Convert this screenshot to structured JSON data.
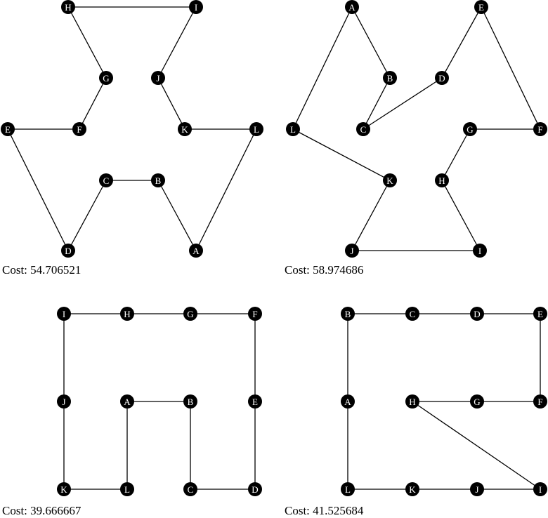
{
  "colors": {
    "edge": "#000000",
    "node": "#000000",
    "node_text": "#ffffff",
    "background": "#ffffff"
  },
  "panels": [
    {
      "cost_label": "Cost: 54.706521",
      "nodes": [
        "H",
        "I",
        "G",
        "J",
        "E",
        "F",
        "K",
        "L",
        "C",
        "B",
        "D",
        "A"
      ],
      "edges": [
        [
          "H",
          "I"
        ],
        [
          "H",
          "G"
        ],
        [
          "G",
          "F"
        ],
        [
          "F",
          "E"
        ],
        [
          "E",
          "D"
        ],
        [
          "D",
          "C"
        ],
        [
          "C",
          "B"
        ],
        [
          "B",
          "A"
        ],
        [
          "A",
          "L"
        ],
        [
          "L",
          "K"
        ],
        [
          "K",
          "J"
        ],
        [
          "J",
          "I"
        ]
      ]
    },
    {
      "cost_label": "Cost: 58.974686",
      "nodes": [
        "A",
        "E",
        "B",
        "D",
        "L",
        "C",
        "G",
        "F",
        "K",
        "H",
        "J",
        "I"
      ],
      "edges": [
        [
          "A",
          "B"
        ],
        [
          "B",
          "C"
        ],
        [
          "C",
          "D"
        ],
        [
          "D",
          "E"
        ],
        [
          "E",
          "F"
        ],
        [
          "F",
          "G"
        ],
        [
          "G",
          "H"
        ],
        [
          "H",
          "I"
        ],
        [
          "I",
          "J"
        ],
        [
          "J",
          "K"
        ],
        [
          "K",
          "L"
        ],
        [
          "L",
          "A"
        ]
      ]
    },
    {
      "cost_label": "Cost: 39.666667",
      "nodes": [
        "I",
        "H",
        "G",
        "F",
        "J",
        "A",
        "B",
        "E",
        "K",
        "L",
        "C",
        "D"
      ],
      "edges": [
        [
          "I",
          "H"
        ],
        [
          "H",
          "G"
        ],
        [
          "G",
          "F"
        ],
        [
          "F",
          "E"
        ],
        [
          "E",
          "D"
        ],
        [
          "D",
          "C"
        ],
        [
          "C",
          "B"
        ],
        [
          "B",
          "A"
        ],
        [
          "A",
          "L"
        ],
        [
          "L",
          "K"
        ],
        [
          "K",
          "J"
        ],
        [
          "J",
          "I"
        ]
      ]
    },
    {
      "cost_label": "Cost: 41.525684",
      "nodes": [
        "B",
        "C",
        "D",
        "E",
        "A",
        "H",
        "G",
        "F",
        "L",
        "K",
        "J",
        "I"
      ],
      "edges": [
        [
          "B",
          "C"
        ],
        [
          "C",
          "D"
        ],
        [
          "D",
          "E"
        ],
        [
          "E",
          "F"
        ],
        [
          "F",
          "G"
        ],
        [
          "G",
          "H"
        ],
        [
          "H",
          "I"
        ],
        [
          "I",
          "J"
        ],
        [
          "J",
          "K"
        ],
        [
          "K",
          "L"
        ],
        [
          "L",
          "A"
        ],
        [
          "A",
          "B"
        ]
      ]
    }
  ]
}
